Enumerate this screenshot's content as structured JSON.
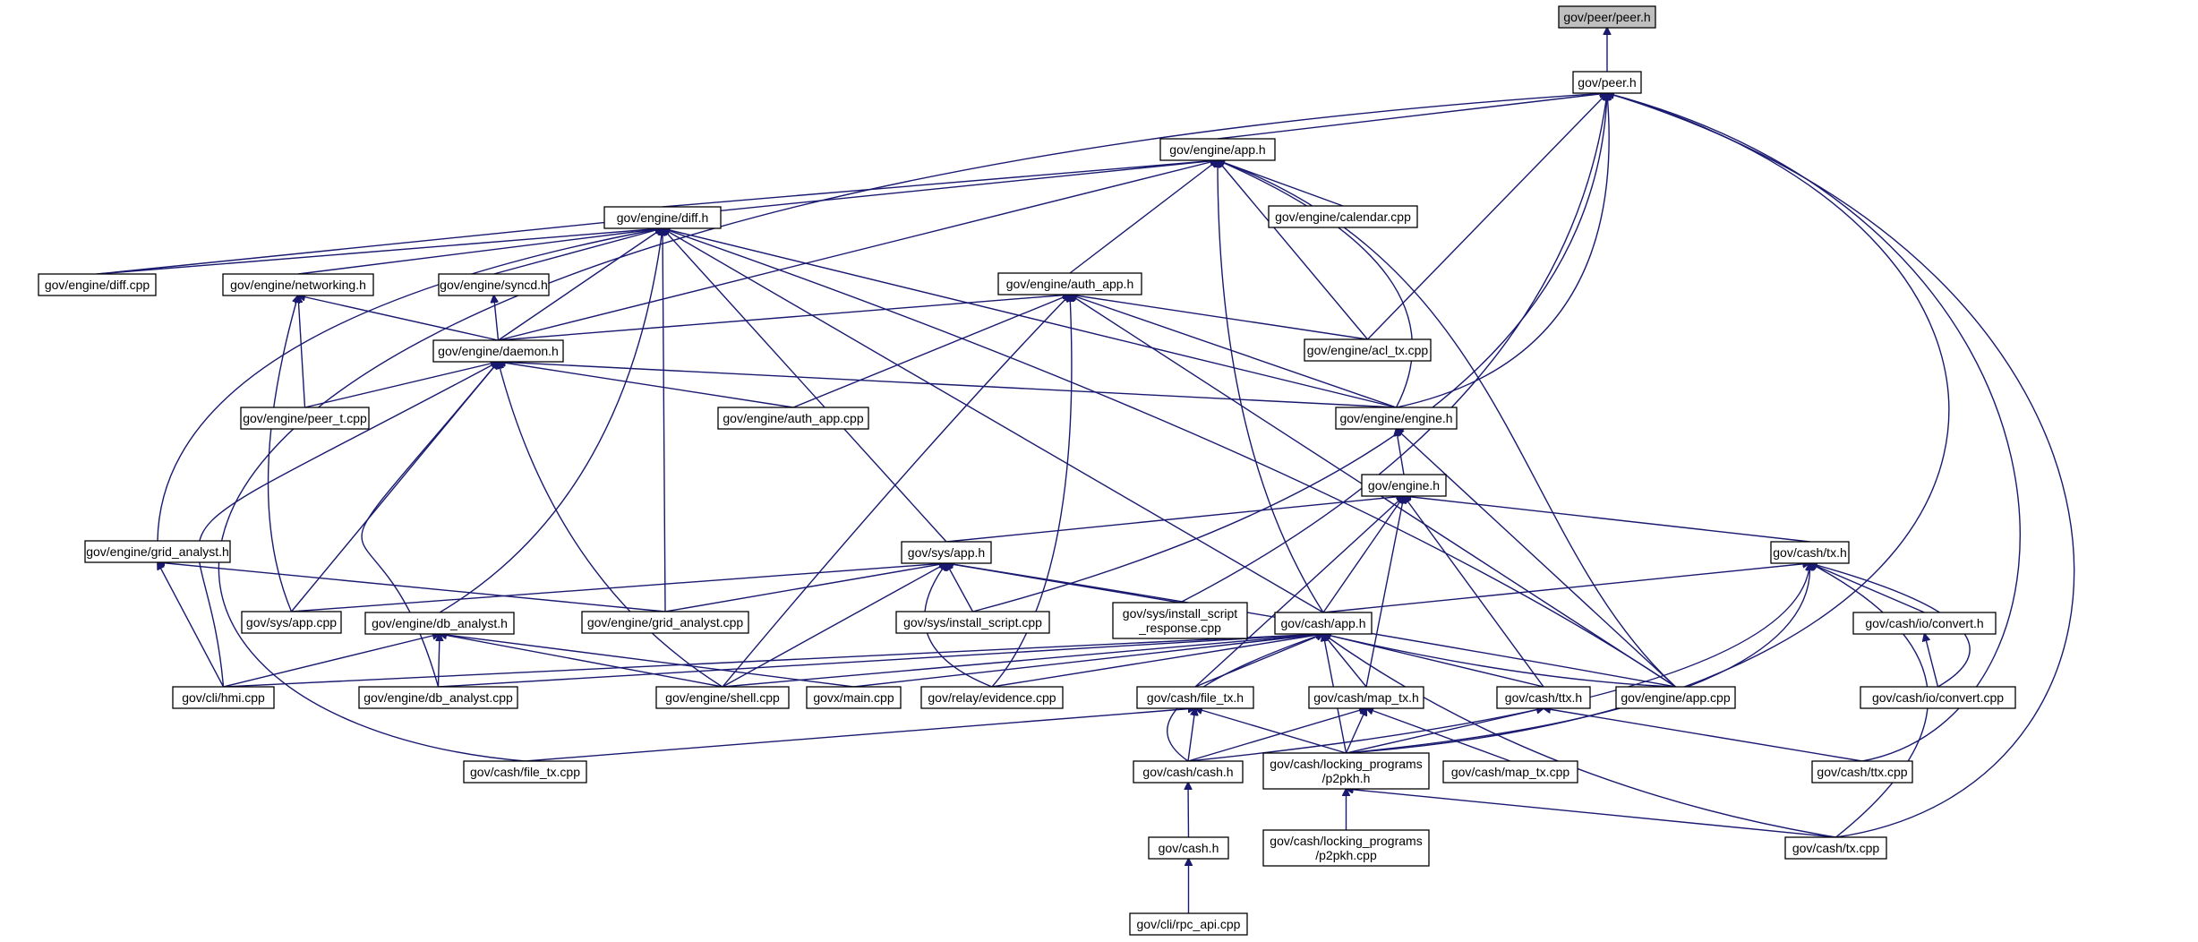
{
  "diagram": {
    "type": "include-dependency-graph",
    "edge_color": "#191970",
    "root_fill": "#bfbfbf",
    "nodes": [
      {
        "id": "peer_peer_h",
        "label": "gov/peer/peer.h",
        "root": true
      },
      {
        "id": "peer_h",
        "label": "gov/peer.h"
      },
      {
        "id": "engine_app_h",
        "label": "gov/engine/app.h"
      },
      {
        "id": "engine_diff_h",
        "label": "gov/engine/diff.h"
      },
      {
        "id": "engine_calendar_cpp",
        "label": "gov/engine/calendar.cpp"
      },
      {
        "id": "engine_diff_cpp",
        "label": "gov/engine/diff.cpp"
      },
      {
        "id": "engine_networking_h",
        "label": "gov/engine/networking.h"
      },
      {
        "id": "engine_syncd_h",
        "label": "gov/engine/syncd.h"
      },
      {
        "id": "engine_auth_app_h",
        "label": "gov/engine/auth_app.h"
      },
      {
        "id": "engine_daemon_h",
        "label": "gov/engine/daemon.h"
      },
      {
        "id": "engine_acl_tx_cpp",
        "label": "gov/engine/acl_tx.cpp"
      },
      {
        "id": "engine_peer_t_cpp",
        "label": "gov/engine/peer_t.cpp"
      },
      {
        "id": "engine_auth_app_cpp",
        "label": "gov/engine/auth_app.cpp"
      },
      {
        "id": "engine_engine_h",
        "label": "gov/engine/engine.h"
      },
      {
        "id": "engine_h",
        "label": "gov/engine.h"
      },
      {
        "id": "engine_grid_analyst_h",
        "label": "gov/engine/grid_analyst.h"
      },
      {
        "id": "sys_app_h",
        "label": "gov/sys/app.h"
      },
      {
        "id": "cash_tx_h",
        "label": "gov/cash/tx.h"
      },
      {
        "id": "sys_app_cpp",
        "label": "gov/sys/app.cpp"
      },
      {
        "id": "engine_grid_analyst_cpp",
        "label": "gov/engine/grid_analyst.cpp"
      },
      {
        "id": "sys_install_script_cpp",
        "label": "gov/sys/install_script.cpp"
      },
      {
        "id": "sys_install_script_response_cpp",
        "label": "gov/sys/install_script\n_response.cpp"
      },
      {
        "id": "cash_app_h",
        "label": "gov/cash/app.h"
      },
      {
        "id": "cash_io_convert_h",
        "label": "gov/cash/io/convert.h"
      },
      {
        "id": "engine_db_analyst_h",
        "label": "gov/engine/db_analyst.h"
      },
      {
        "id": "cli_hmi_cpp",
        "label": "gov/cli/hmi.cpp"
      },
      {
        "id": "engine_db_analyst_cpp",
        "label": "gov/engine/db_analyst.cpp"
      },
      {
        "id": "engine_shell_cpp",
        "label": "gov/engine/shell.cpp"
      },
      {
        "id": "govx_main_cpp",
        "label": "govx/main.cpp"
      },
      {
        "id": "relay_evidence_cpp",
        "label": "gov/relay/evidence.cpp"
      },
      {
        "id": "cash_file_tx_h",
        "label": "gov/cash/file_tx.h"
      },
      {
        "id": "cash_map_tx_h",
        "label": "gov/cash/map_tx.h"
      },
      {
        "id": "cash_ttx_h",
        "label": "gov/cash/ttx.h"
      },
      {
        "id": "engine_app_cpp",
        "label": "gov/engine/app.cpp"
      },
      {
        "id": "cash_io_convert_cpp",
        "label": "gov/cash/io/convert.cpp"
      },
      {
        "id": "cash_file_tx_cpp",
        "label": "gov/cash/file_tx.cpp"
      },
      {
        "id": "cash_cash_h",
        "label": "gov/cash/cash.h"
      },
      {
        "id": "cash_locking_p2pkh_h",
        "label": "gov/cash/locking_programs\n/p2pkh.h"
      },
      {
        "id": "cash_map_tx_cpp",
        "label": "gov/cash/map_tx.cpp"
      },
      {
        "id": "cash_ttx_cpp",
        "label": "gov/cash/ttx.cpp"
      },
      {
        "id": "cash_tx_cpp",
        "label": "gov/cash/tx.cpp"
      },
      {
        "id": "cash_h",
        "label": "gov/cash.h"
      },
      {
        "id": "cash_locking_p2pkh_cpp",
        "label": "gov/cash/locking_programs\n/p2pkh.cpp"
      },
      {
        "id": "cli_rpc_api_cpp",
        "label": "gov/cli/rpc_api.cpp"
      }
    ],
    "edges": [
      [
        "peer_h",
        "peer_peer_h"
      ],
      [
        "engine_app_h",
        "peer_h"
      ],
      [
        "cash_file_tx_cpp",
        "peer_h"
      ],
      [
        "engine_acl_tx_cpp",
        "peer_h"
      ],
      [
        "sys_install_script_cpp",
        "peer_h"
      ],
      [
        "sys_install_script_response_cpp",
        "peer_h"
      ],
      [
        "engine_engine_h",
        "peer_h"
      ],
      [
        "cash_locking_p2pkh_h",
        "peer_h"
      ],
      [
        "cash_ttx_cpp",
        "peer_h"
      ],
      [
        "cash_tx_cpp",
        "peer_h"
      ],
      [
        "engine_diff_h",
        "engine_app_h"
      ],
      [
        "engine_diff_cpp",
        "engine_app_h"
      ],
      [
        "engine_daemon_h",
        "engine_app_h"
      ],
      [
        "engine_calendar_cpp",
        "engine_app_h"
      ],
      [
        "engine_auth_app_h",
        "engine_app_h"
      ],
      [
        "engine_acl_tx_cpp",
        "engine_app_h"
      ],
      [
        "engine_engine_h",
        "engine_app_h"
      ],
      [
        "engine_app_cpp",
        "engine_app_h"
      ],
      [
        "cash_app_h",
        "engine_app_h"
      ],
      [
        "engine_diff_cpp",
        "engine_diff_h"
      ],
      [
        "engine_networking_h",
        "engine_diff_h"
      ],
      [
        "engine_syncd_h",
        "engine_diff_h"
      ],
      [
        "engine_daemon_h",
        "engine_diff_h"
      ],
      [
        "engine_grid_analyst_h",
        "engine_diff_h"
      ],
      [
        "engine_db_analyst_h",
        "engine_diff_h"
      ],
      [
        "engine_grid_analyst_cpp",
        "engine_diff_h"
      ],
      [
        "sys_app_h",
        "engine_diff_h"
      ],
      [
        "cash_app_h",
        "engine_diff_h"
      ],
      [
        "engine_engine_h",
        "engine_diff_h"
      ],
      [
        "engine_app_cpp",
        "engine_diff_h"
      ],
      [
        "engine_daemon_h",
        "engine_networking_h"
      ],
      [
        "engine_peer_t_cpp",
        "engine_networking_h"
      ],
      [
        "sys_app_cpp",
        "engine_networking_h"
      ],
      [
        "engine_daemon_h",
        "engine_syncd_h"
      ],
      [
        "engine_daemon_h",
        "engine_auth_app_h"
      ],
      [
        "engine_acl_tx_cpp",
        "engine_auth_app_h"
      ],
      [
        "engine_auth_app_cpp",
        "engine_auth_app_h"
      ],
      [
        "engine_engine_h",
        "engine_auth_app_h"
      ],
      [
        "engine_shell_cpp",
        "engine_auth_app_h"
      ],
      [
        "relay_evidence_cpp",
        "engine_auth_app_h"
      ],
      [
        "engine_app_cpp",
        "engine_auth_app_h"
      ],
      [
        "engine_peer_t_cpp",
        "engine_daemon_h"
      ],
      [
        "engine_auth_app_cpp",
        "engine_daemon_h"
      ],
      [
        "engine_engine_h",
        "engine_daemon_h"
      ],
      [
        "sys_app_cpp",
        "engine_daemon_h"
      ],
      [
        "cli_hmi_cpp",
        "engine_daemon_h"
      ],
      [
        "engine_db_analyst_cpp",
        "engine_daemon_h"
      ],
      [
        "engine_shell_cpp",
        "engine_daemon_h"
      ],
      [
        "engine_h",
        "engine_engine_h"
      ],
      [
        "engine_app_cpp",
        "engine_engine_h"
      ],
      [
        "sys_app_h",
        "engine_h"
      ],
      [
        "cash_tx_h",
        "engine_h"
      ],
      [
        "cash_app_h",
        "engine_h"
      ],
      [
        "cash_file_tx_h",
        "engine_h"
      ],
      [
        "cash_map_tx_h",
        "engine_h"
      ],
      [
        "cash_ttx_h",
        "engine_h"
      ],
      [
        "cli_hmi_cpp",
        "engine_grid_analyst_h"
      ],
      [
        "engine_grid_analyst_cpp",
        "engine_grid_analyst_h"
      ],
      [
        "sys_app_cpp",
        "sys_app_h"
      ],
      [
        "engine_grid_analyst_cpp",
        "sys_app_h"
      ],
      [
        "sys_install_script_cpp",
        "sys_app_h"
      ],
      [
        "sys_install_script_response_cpp",
        "sys_app_h"
      ],
      [
        "engine_shell_cpp",
        "sys_app_h"
      ],
      [
        "relay_evidence_cpp",
        "sys_app_h"
      ],
      [
        "engine_app_cpp",
        "sys_app_h"
      ],
      [
        "cash_app_h",
        "cash_tx_h"
      ],
      [
        "cash_io_convert_h",
        "cash_tx_h"
      ],
      [
        "cash_io_convert_cpp",
        "cash_tx_h"
      ],
      [
        "cash_cash_h",
        "cash_tx_h"
      ],
      [
        "cash_locking_p2pkh_h",
        "cash_tx_h"
      ],
      [
        "cash_tx_cpp",
        "cash_tx_h"
      ],
      [
        "cash_io_convert_cpp",
        "cash_io_convert_h"
      ],
      [
        "cli_hmi_cpp",
        "engine_db_analyst_h"
      ],
      [
        "engine_db_analyst_cpp",
        "engine_db_analyst_h"
      ],
      [
        "engine_shell_cpp",
        "engine_db_analyst_h"
      ],
      [
        "govx_main_cpp",
        "engine_db_analyst_h"
      ],
      [
        "cli_hmi_cpp",
        "cash_app_h"
      ],
      [
        "engine_db_analyst_cpp",
        "cash_app_h"
      ],
      [
        "engine_shell_cpp",
        "cash_app_h"
      ],
      [
        "govx_main_cpp",
        "cash_app_h"
      ],
      [
        "relay_evidence_cpp",
        "cash_app_h"
      ],
      [
        "cash_file_tx_h",
        "cash_app_h"
      ],
      [
        "cash_map_tx_h",
        "cash_app_h"
      ],
      [
        "cash_ttx_h",
        "cash_app_h"
      ],
      [
        "engine_app_cpp",
        "cash_app_h"
      ],
      [
        "cash_cash_h",
        "cash_app_h"
      ],
      [
        "cash_locking_p2pkh_h",
        "cash_app_h"
      ],
      [
        "cash_tx_cpp",
        "cash_app_h"
      ],
      [
        "cash_file_tx_cpp",
        "cash_file_tx_h"
      ],
      [
        "cash_cash_h",
        "cash_file_tx_h"
      ],
      [
        "cash_locking_p2pkh_h",
        "cash_file_tx_h"
      ],
      [
        "cash_cash_h",
        "cash_map_tx_h"
      ],
      [
        "cash_locking_p2pkh_h",
        "cash_map_tx_h"
      ],
      [
        "cash_map_tx_cpp",
        "cash_map_tx_h"
      ],
      [
        "cash_locking_p2pkh_h",
        "cash_ttx_h"
      ],
      [
        "cash_ttx_cpp",
        "cash_ttx_h"
      ],
      [
        "cash_h",
        "cash_cash_h"
      ],
      [
        "cash_tx_cpp",
        "cash_locking_p2pkh_h"
      ],
      [
        "cash_locking_p2pkh_cpp",
        "cash_locking_p2pkh_h"
      ],
      [
        "cli_rpc_api_cpp",
        "cash_h"
      ]
    ]
  }
}
